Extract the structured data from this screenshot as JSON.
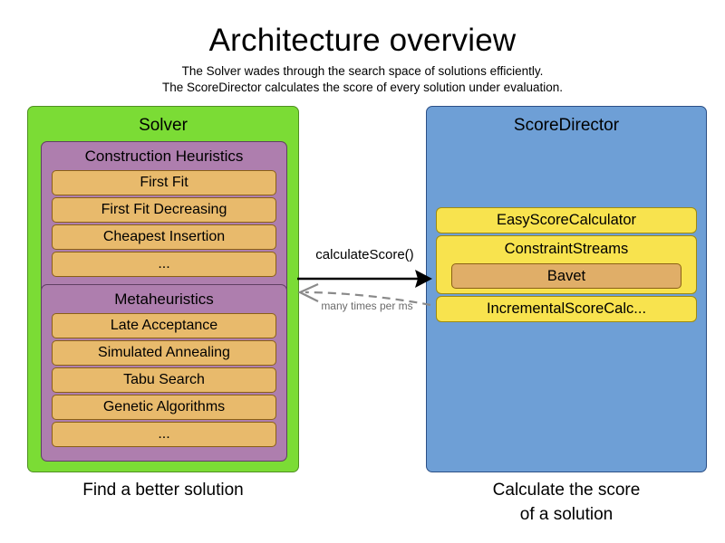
{
  "header": {
    "title": "Architecture overview",
    "subtitle_1": "The Solver wades through the search space of solutions efficiently.",
    "subtitle_2": "The ScoreDirector calculates the score of every solution under evaluation."
  },
  "colors": {
    "solver_panel": "#7BDC35",
    "solver_panel_border": "#4f8f22",
    "group_box": "#AE7EAE",
    "group_box_border": "#5f3f63",
    "item": "#E8BA6C",
    "item_border": "#8a6016",
    "scoredirector_panel": "#6E9FD6",
    "scoredirector_panel_border": "#2b4f86",
    "calculator": "#F8E34E",
    "calculator_border": "#9e8a10",
    "nested_item": "#E0AE68",
    "arrow_solid": "#000000",
    "arrow_dashed": "#8a8a8a"
  },
  "solver": {
    "title": "Solver",
    "caption": "Find a better solution",
    "groups": [
      {
        "title": "Construction Heuristics",
        "items": [
          "First Fit",
          "First Fit Decreasing",
          "Cheapest Insertion",
          "..."
        ]
      },
      {
        "title": "Metaheuristics",
        "items": [
          "Late Acceptance",
          "Simulated Annealing",
          "Tabu Search",
          "Genetic Algorithms",
          "..."
        ]
      }
    ]
  },
  "score_director": {
    "title": "ScoreDirector",
    "caption_line_1": "Calculate the score",
    "caption_line_2": "of a solution",
    "calculators": [
      {
        "label": "EasyScoreCalculator",
        "children": []
      },
      {
        "label": "ConstraintStreams",
        "children": [
          "Bavet"
        ]
      },
      {
        "label": "IncrementalScoreCalc...",
        "children": []
      }
    ]
  },
  "connector": {
    "forward_label": "calculateScore()",
    "backward_label": "many times per ms"
  }
}
